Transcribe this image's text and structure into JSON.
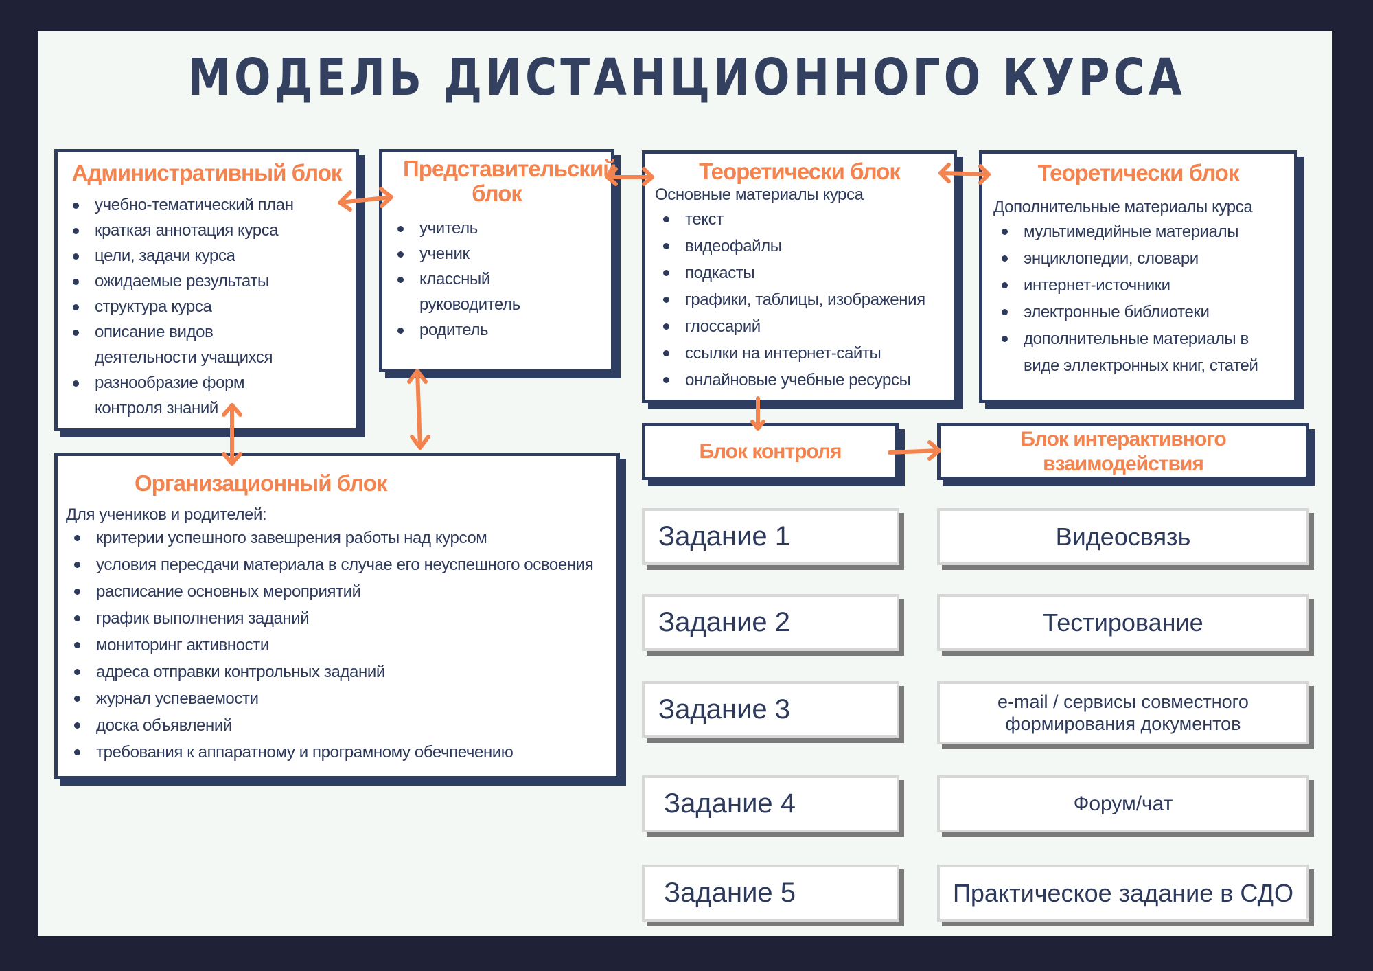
{
  "title": "МОДЕЛЬ ДИСТАНЦИОННОГО КУРСА",
  "admin": {
    "heading": "Административный блок",
    "items": [
      "учебно-тематический план",
      "краткая аннотация курса",
      "цели, задачи курса",
      "ожидаемые результаты",
      "структура курса",
      "описание видов деятельности учащихся",
      "разнообразие форм контроля знаний"
    ]
  },
  "repr": {
    "heading": "Представительский блок",
    "items": [
      "учитель",
      "ученик",
      "классный руководитель",
      "родитель"
    ]
  },
  "theory1": {
    "heading": "Теоретически блок",
    "subtitle": "Основные материалы курса",
    "items": [
      "текст",
      "видеофайлы",
      "подкасты",
      "графики, таблицы, изображения",
      "глоссарий",
      "ссылки на интернет-сайты",
      "онлайновые учебные ресурсы"
    ]
  },
  "theory2": {
    "heading": "Теоретически блок",
    "subtitle": "Дополнительные материалы курса",
    "items": [
      "мультимедийные материалы",
      "энциклопедии, словари",
      "интернет-источники",
      "электронные библиотеки",
      "дополнительные материалы в виде эллектронных книг, статей"
    ]
  },
  "org": {
    "heading": "Организационный блок",
    "subtitle": "Для учеников и родителей:",
    "items": [
      "критерии успешного завешрения работы над курсом",
      "условия пересдачи материала в случае его неуспешного освоения",
      "расписание основных мероприятий",
      "график выполнения заданий",
      "мониторинг активности",
      "адреса отправки контрольных заданий",
      "журнал успеваемости",
      "доска объявлений",
      "требования к аппаратному и програмному обечпечению"
    ]
  },
  "control": {
    "heading": "Блок контроля",
    "tasks": [
      "Задание 1",
      "Задание 2",
      "Задание 3",
      "Задание 4",
      "Задание 5"
    ]
  },
  "interactive": {
    "heading": "Блок интерактивного взаимодействия",
    "items": [
      "Видеосвязь",
      "Тестирование",
      "e-mail / сервисы совместного формирования документов",
      "Форум/чат",
      "Практическое задание в СДО"
    ]
  },
  "colors": {
    "accent": "#f4844f",
    "navy": "#2f3d60",
    "background": "#f3f8f4",
    "frame": "#1f2136"
  }
}
